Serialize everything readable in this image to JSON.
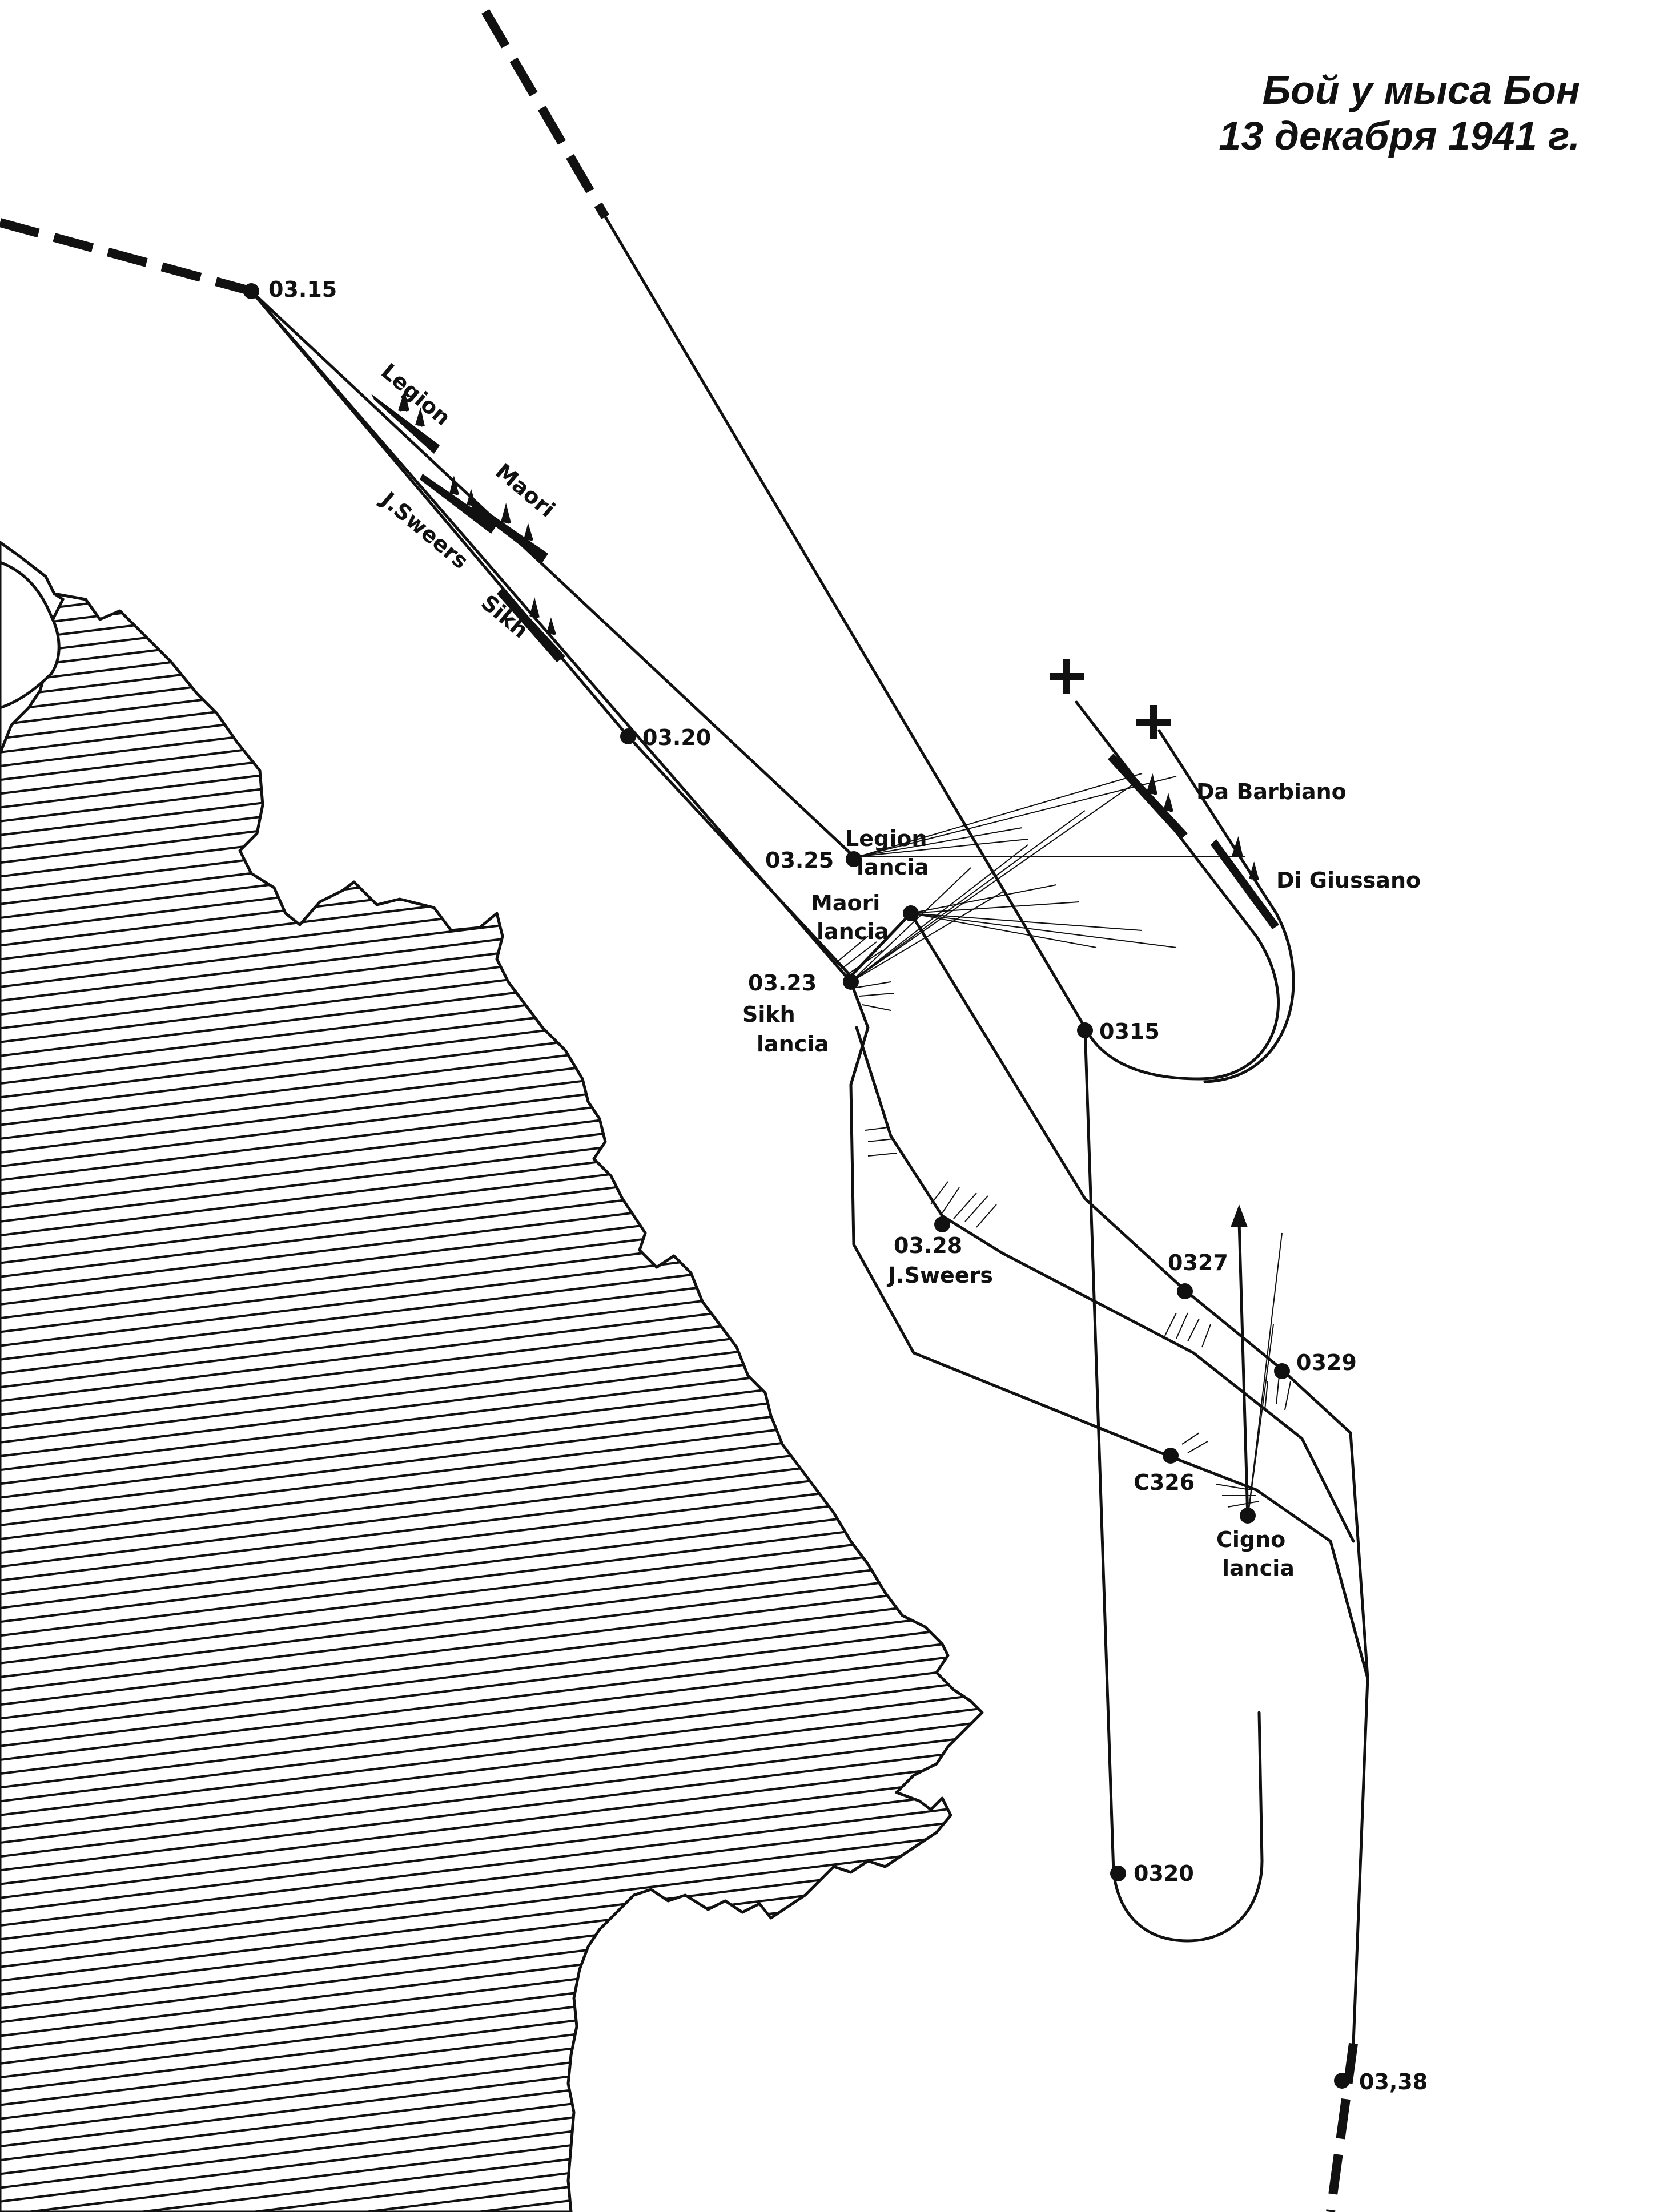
{
  "title": {
    "line1": "Бой у мыса Бон",
    "line2": "13 декабря 1941 г."
  },
  "labels": {
    "t_0315_start": "03.15",
    "t_0320_allied": "03.20",
    "t_0325": "03.25",
    "t_0323": "03.23",
    "t_0328": "03.28",
    "t_0327": "0327",
    "t_0329": "0329",
    "t_0326": "C326",
    "t_0315_italian": "0315",
    "t_0320_italian": "0320",
    "t_0338": "03,38"
  },
  "ships": {
    "legion": "Legion",
    "maori": "Maori",
    "j_sweers": "J.Sweers",
    "sikh": "Sikh",
    "da_barbiano": "Da Barbiano",
    "di_giussano": "Di Giussano",
    "cigno": "Cigno"
  },
  "events": {
    "legion_lancia_1": "Legion",
    "legion_lancia_2": "lancia",
    "maori_lancia_1": "Maori",
    "maori_lancia_2": "lancia",
    "sikh_lancia_1": "Sikh",
    "sikh_lancia_2": "lancia",
    "jsweers_lancia": "J.Sweers",
    "cigno_lancia_1": "Cigno",
    "cigno_lancia_2": "lancia"
  },
  "icons": [
    "sunk-cross-icon",
    "direction-arrow-icon"
  ]
}
